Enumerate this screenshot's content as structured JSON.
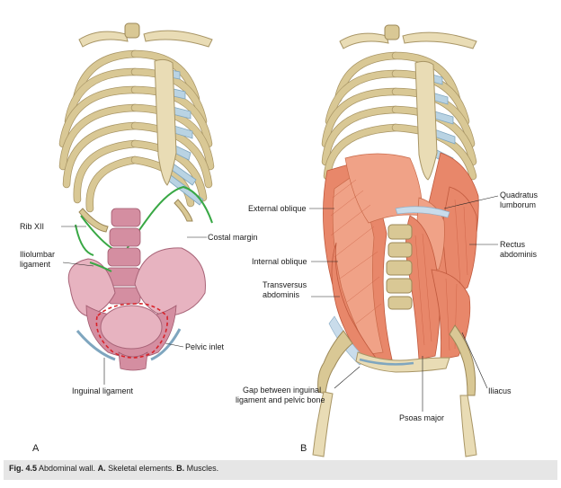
{
  "panels": {
    "a": {
      "letter": "A",
      "labels": {
        "rib_xii": "Rib XII",
        "costal_margin": "Costal margin",
        "iliolumbar_1": "Iliolumbar",
        "iliolumbar_2": "ligament",
        "pelvic_inlet": "Pelvic inlet",
        "inguinal_ligament": "Inguinal ligament"
      }
    },
    "b": {
      "letter": "B",
      "labels": {
        "external_oblique": "External oblique",
        "quadratus_1": "Quadratus",
        "quadratus_2": "lumborum",
        "internal_oblique": "Internal oblique",
        "rectus_1": "Rectus",
        "rectus_2": "abdominis",
        "transversus_1": "Transversus",
        "transversus_2": "abdominis",
        "gap_1": "Gap between inguinal",
        "gap_2": "ligament and pelvic bone",
        "iliacus": "Iliacus",
        "psoas_major": "Psoas major"
      }
    }
  },
  "caption": {
    "fig": "Fig. 4.5",
    "title": "Abdominal wall.",
    "part_a_letter": "A.",
    "part_a_text": "Skeletal elements.",
    "part_b_letter": "B.",
    "part_b_text": "Muscles."
  },
  "colors": {
    "bone": "#e9dcb5",
    "cartilage": "#b9d3e3",
    "muscle": "#e8876a",
    "pelvis": "#e7b3c0",
    "costal_margin_line": "#39a845",
    "pelvic_inlet_line": "#d8232a",
    "caption_bar": "#e6e6e6"
  }
}
